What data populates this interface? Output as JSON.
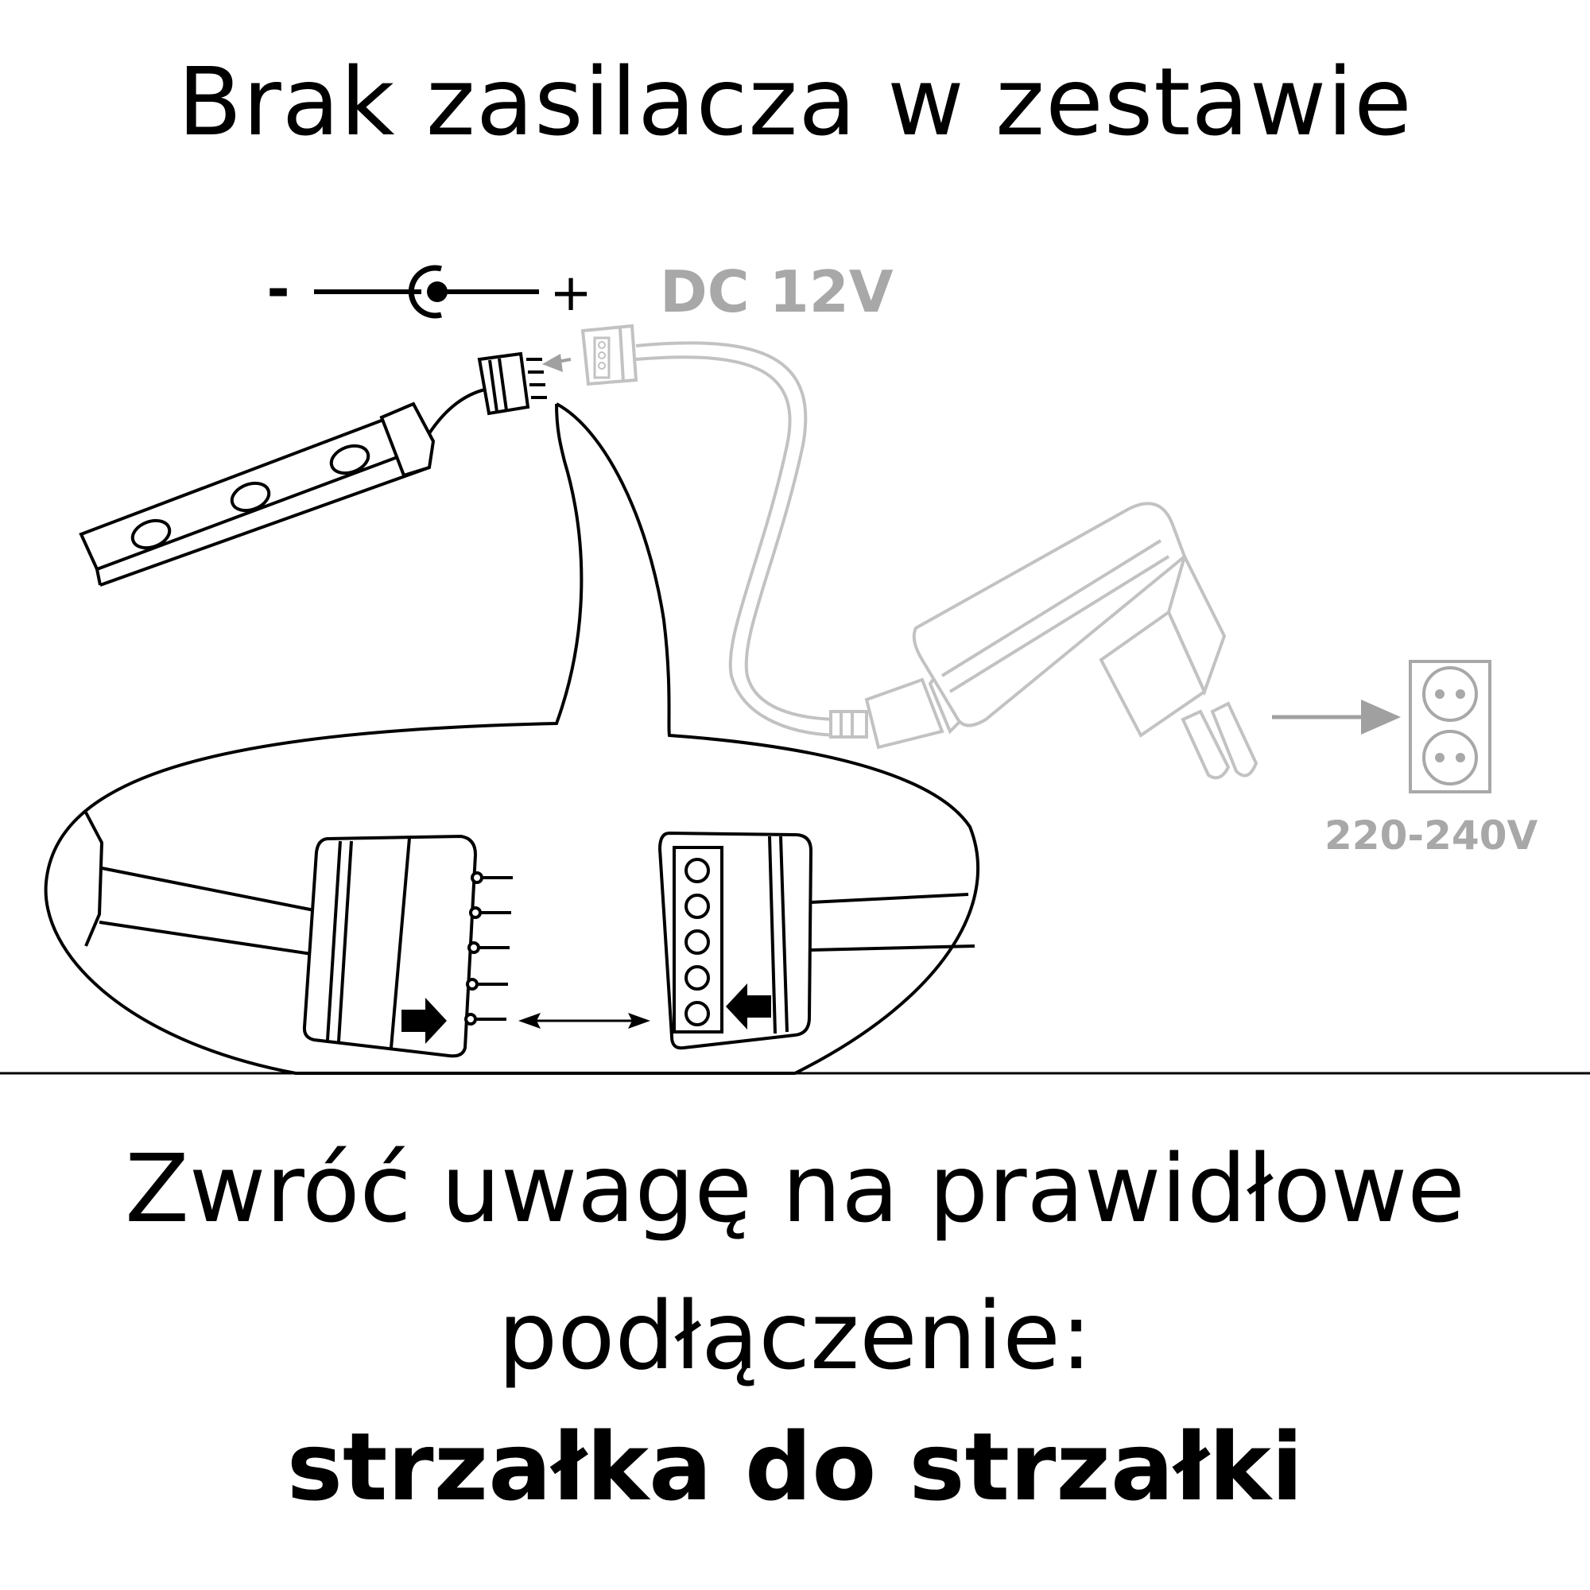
{
  "header": {
    "title": "Brak zasilacza w zestawie"
  },
  "labels": {
    "polarity_minus": "-",
    "polarity_plus": "+",
    "dc_voltage": "DC 12V",
    "ac_voltage": "220-240V"
  },
  "footer": {
    "line1": "Zwróć uwagę na prawidłowe",
    "line2": "podłączenie:",
    "line3": "strzałka do strzałki"
  },
  "colors": {
    "ink": "#000000",
    "grey": "#a0a0a0",
    "light_grey": "#bdbdbd"
  }
}
